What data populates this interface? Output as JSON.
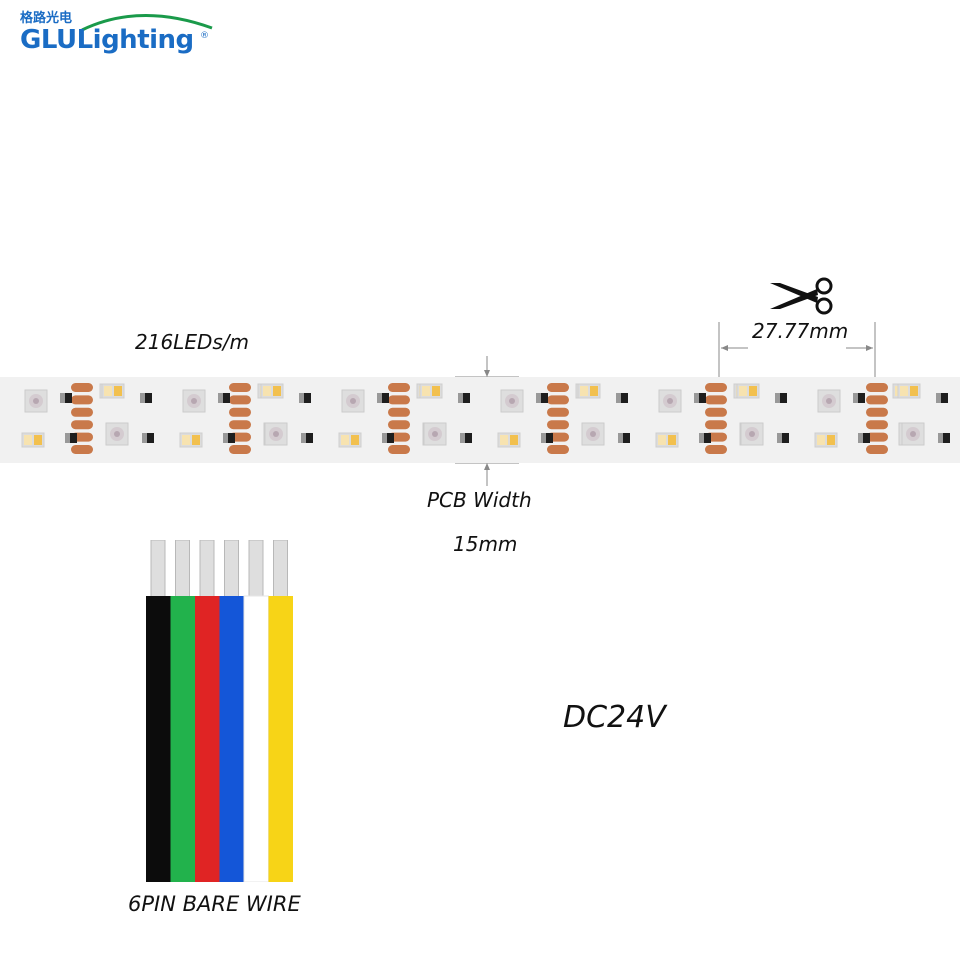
{
  "brand": {
    "cn_name": "格路光电",
    "name": "GLULighting",
    "registered_mark": "®",
    "green": "#1a9a4a",
    "blue": "#1a6cc4"
  },
  "labels": {
    "density": "216LEDs/m",
    "cut_length": "27.77mm",
    "pcb_width_title": "PCB Width",
    "pcb_width_value": "15mm",
    "voltage": "DC24V",
    "wire_type": "6PIN BARE WIRE"
  },
  "icons": {
    "cut": "scissors-icon"
  },
  "wire_colors": [
    "#0c0c0c",
    "#22b24c",
    "#e02424",
    "#1456d8",
    "#ffffff",
    "#f7d417"
  ]
}
